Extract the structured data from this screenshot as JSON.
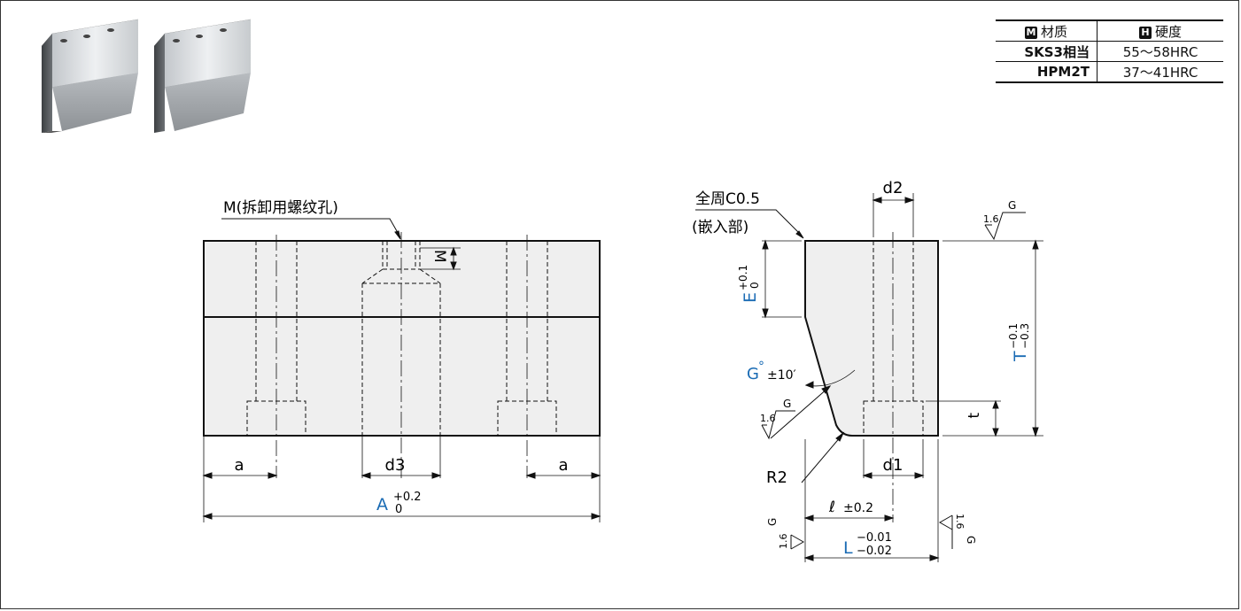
{
  "spec_table": {
    "headers": [
      {
        "badge": "M",
        "label": "材质"
      },
      {
        "badge": "H",
        "label": "硬度"
      }
    ],
    "rows": [
      {
        "material": "SKS3相当",
        "hardness": "55〜58HRC"
      },
      {
        "material": "HPM2T",
        "hardness": "37〜41HRC"
      }
    ]
  },
  "front_view": {
    "hole_label": "M(拆卸用螺纹孔)",
    "m_dim": "M",
    "a_left": "a",
    "d3": "d3",
    "a_right": "a",
    "A_label": "A",
    "A_tol_upper": "+0.2",
    "A_tol_lower": "0"
  },
  "side_view": {
    "chamfer_note": "全周C0.5",
    "chamfer_note2": "(嵌入部)",
    "d2": "d2",
    "rough_top_value": "1.6",
    "rough_top_grade": "G",
    "E_label": "E",
    "E_tol_upper": "+0.1",
    "E_tol_lower": "0",
    "T_label": "T",
    "T_tol_upper": "−0.1",
    "T_tol_lower": "−0.3",
    "G_label": "G",
    "G_deg": "°",
    "G_tol": "±10′",
    "rough_left_value": "1.6",
    "rough_left_grade": "G",
    "t_label": "t",
    "R2": "R2",
    "d1": "d1",
    "l_label": "ℓ",
    "l_tol": "±0.2",
    "L_label": "L",
    "L_tol_upper": "−0.01",
    "L_tol_lower": "−0.02",
    "rough_bl_value": "1.6",
    "rough_bl_grade": "G",
    "rough_br_value": "1.6",
    "rough_br_grade": "G"
  }
}
